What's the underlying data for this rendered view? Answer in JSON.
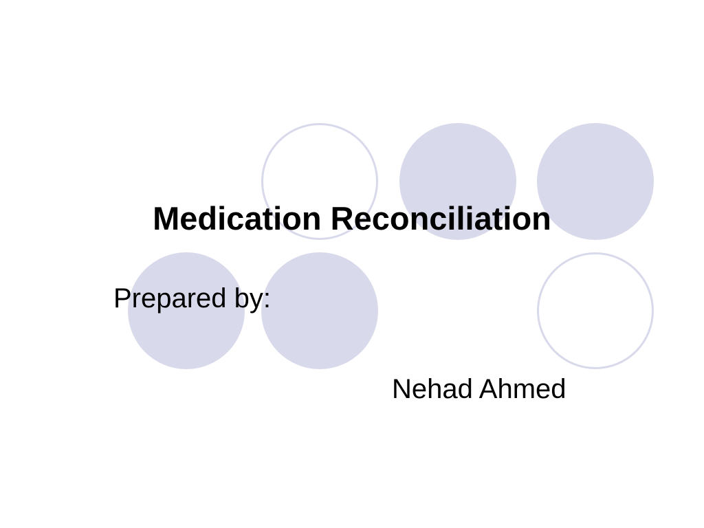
{
  "slide": {
    "title": "Medication Reconciliation",
    "subtitle_label": "Prepared by:",
    "author": "Nehad Ahmed"
  },
  "colors": {
    "circle_fill": "#d9d9ec",
    "background": "#ffffff",
    "text": "#000000"
  }
}
